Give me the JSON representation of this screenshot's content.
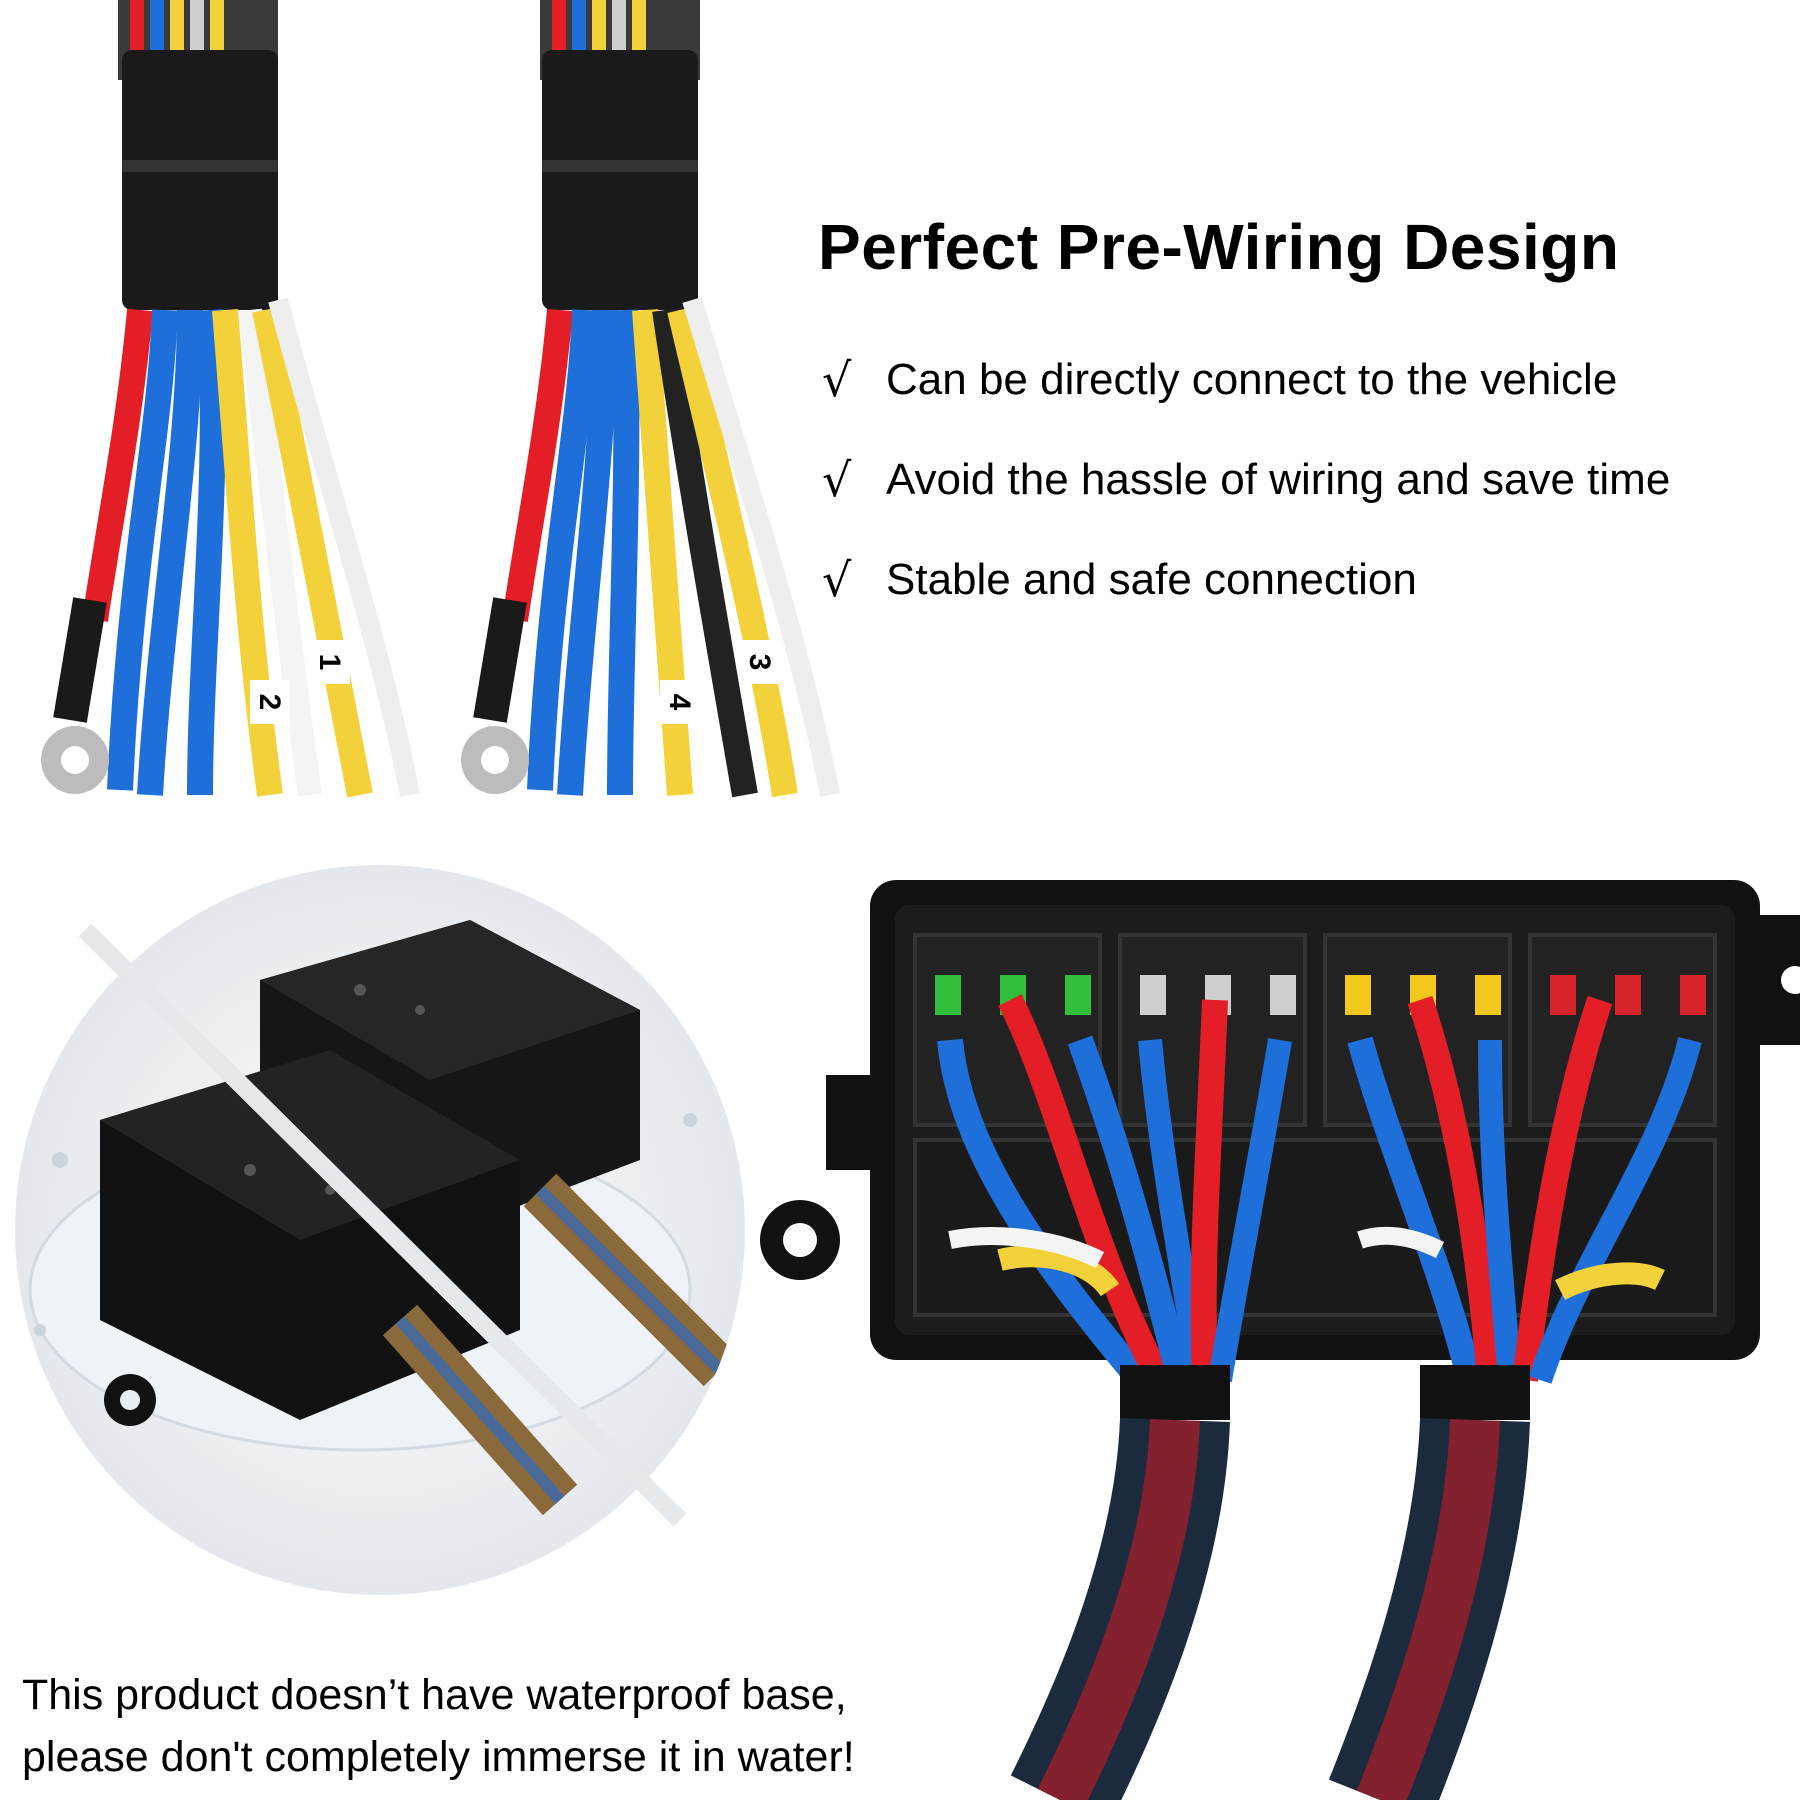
{
  "headline": "Perfect Pre-Wiring Design",
  "check_mark": "√",
  "features": [
    "Can be directly connect to the vehicle",
    "Avoid the hassle of wiring and save time",
    "Stable and safe connection"
  ],
  "wire_labels": [
    "1",
    "2",
    "3",
    "4"
  ],
  "notice": {
    "line1": "This product doesn’t have waterproof base,",
    "line2": "please don't completely immerse it in water!"
  },
  "colors": {
    "wire_red": "#e41e26",
    "wire_blue": "#1e6fd9",
    "wire_yellow": "#f2d13a",
    "wire_white": "#f4f4f4",
    "wire_black": "#222222",
    "sleeve": "#1a1a1a",
    "box": "#141414",
    "fuse_green": "#2fbf3a",
    "fuse_yellow": "#f2c81c",
    "fuse_red": "#d8232a"
  }
}
